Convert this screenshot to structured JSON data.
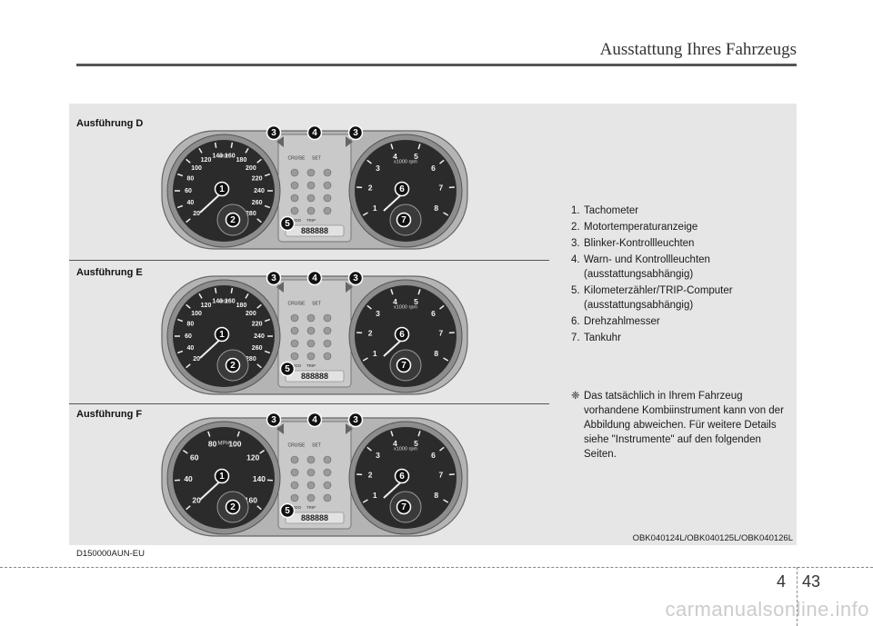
{
  "header": {
    "title": "Ausstattung Ihres Fahrzeugs"
  },
  "variants": [
    {
      "label": "Ausführung D",
      "unit": "km/h",
      "speed_ticks": [
        "20",
        "40",
        "60",
        "80",
        "100",
        "120",
        "140",
        "160",
        "180",
        "200",
        "220",
        "240",
        "260",
        "280"
      ]
    },
    {
      "label": "Ausführung E",
      "unit": "km/h",
      "speed_ticks": [
        "20",
        "40",
        "60",
        "80",
        "100",
        "120",
        "140",
        "160",
        "180",
        "200",
        "220",
        "240",
        "260",
        "280"
      ]
    },
    {
      "label": "Ausführung F",
      "unit": "MPH",
      "speed_ticks": [
        "20",
        "40",
        "60",
        "80",
        "100",
        "120",
        "140",
        "160"
      ]
    }
  ],
  "tach": {
    "unit": "x1000 rpm",
    "ticks": [
      "1",
      "2",
      "3",
      "4",
      "5",
      "6",
      "7",
      "8"
    ]
  },
  "callouts": [
    "1",
    "2",
    "3",
    "4",
    "5",
    "6",
    "7"
  ],
  "cluster_labels": {
    "odo": "ODO",
    "trip": "TRIP",
    "cruise": "CRUISE",
    "set": "SET",
    "digits": "888888"
  },
  "legend": [
    {
      "num": "1.",
      "text": "Tachometer"
    },
    {
      "num": "2.",
      "text": "Motortemperaturanzeige"
    },
    {
      "num": "3.",
      "text": "Blinker-Kontrollleuchten"
    },
    {
      "num": "4.",
      "text": "Warn- und Kontrollleuchten (ausstattungsabhängig)"
    },
    {
      "num": "5.",
      "text": "Kilometerzähler/TRIP-Computer (ausstattungsabhängig)"
    },
    {
      "num": "6.",
      "text": "Drehzahlmesser"
    },
    {
      "num": "7.",
      "text": "Tankuhr"
    }
  ],
  "note": {
    "symbol": "❈",
    "text": "Das tatsächlich in Ihrem Fahrzeug vorhandene Kombiinstrument kann von der Abbildung abweichen. Für weitere Details siehe \"Instrumente\" auf den folgenden Seiten."
  },
  "figure_codes": "OBK040124L/OBK040125L/OBK040126L",
  "doc_id": "D150000AUN-EU",
  "footer": {
    "chapter": "4",
    "page": "43"
  },
  "watermark": "carmanualsonline.info",
  "colors": {
    "panel": "#e6e6e6",
    "dial_face": "#2b2b2b",
    "bezel": "#9a9a9a"
  }
}
